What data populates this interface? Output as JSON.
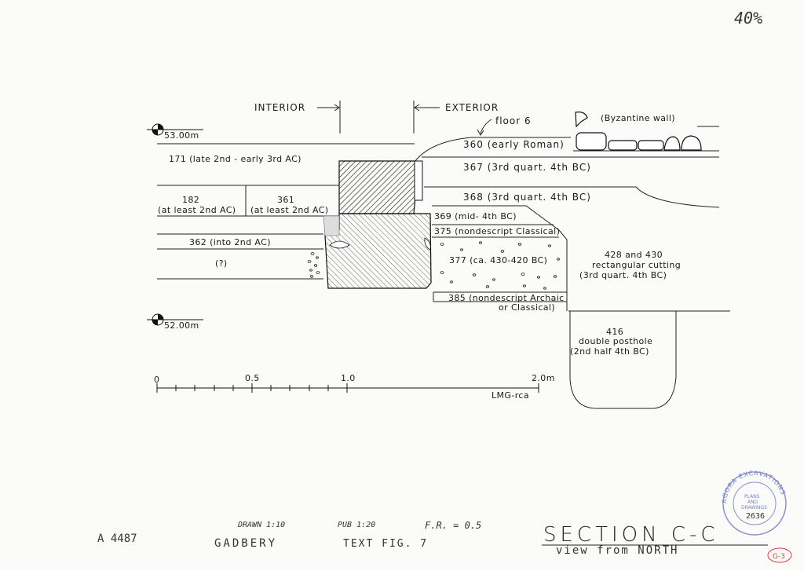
{
  "corner_mark": "40%",
  "zones": {
    "interior": "INTERIOR",
    "exterior": "EXTERIOR"
  },
  "datums": {
    "upper": "53.00m",
    "lower": "52.00m"
  },
  "top_labels": {
    "floor": "floor 6",
    "byzantine": "(Byzantine wall)"
  },
  "layers": {
    "l360": "360  (early Roman)",
    "l171": "171  (late 2nd - early 3rd AC)",
    "l367": "367  (3rd quart. 4th BC)",
    "l182a": "182",
    "l182b": "(at least 2nd AC)",
    "l361a": "361",
    "l361b": "(at least 2nd AC)",
    "l368": "368  (3rd quart. 4th BC)",
    "l369": "369 (mid- 4th BC)",
    "l375": "375 (nondescript Classical)",
    "l362": "362  (into 2nd AC)",
    "lq": "(?)",
    "l377": "377 (ca. 430-420 BC)",
    "l428a": "428 and 430",
    "l428b": "rectangular cutting",
    "l428c": "(3rd quart. 4th BC)",
    "l385a": "385 (nondescript Archaic",
    "l385b": "or Classical)",
    "l416a": "416",
    "l416b": "double posthole",
    "l416c": "(2nd half 4th BC)"
  },
  "scale": {
    "t0": "0",
    "t05": "0.5",
    "t10": "1.0",
    "t20": "2.0m",
    "credit": "LMG-rca"
  },
  "footer": {
    "drawn": "DRAWN  1:10",
    "pub": "PUB  1:20",
    "fr": "F.R. = 0.5",
    "author": "GADBERY",
    "fig": "TEXT  FIG.  7",
    "catalog": "A 4487",
    "title": "SECTION  C-C",
    "subtitle": "view from NORTH",
    "sheet": "G-3"
  },
  "stamp": {
    "ring": "AGORA EXCAVATIONS",
    "line1": "PLANS",
    "line2": "AND",
    "line3": "DRAWINGS",
    "num": "2636"
  }
}
